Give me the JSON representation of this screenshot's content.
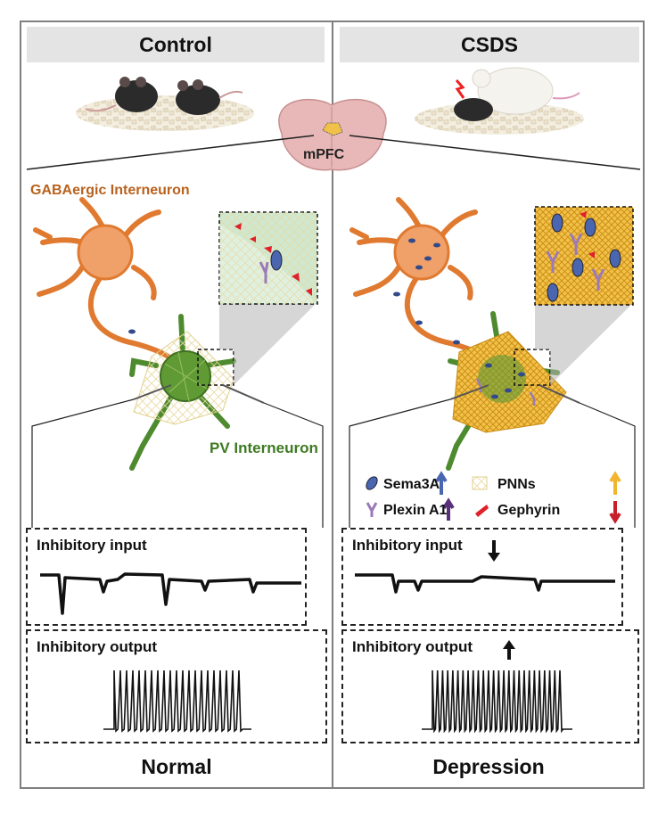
{
  "panels": {
    "left": {
      "header": "Control",
      "cell_type_label": "GABAergic Interneuron",
      "pv_label": "PV Interneuron",
      "input_box_title": "Inhibitory input",
      "output_box_title": "Inhibitory output",
      "footer": "Normal"
    },
    "right": {
      "header": "CSDS",
      "input_box_title": "Inhibitory input",
      "output_box_title": "Inhibitory output",
      "footer": "Depression"
    }
  },
  "brain_label": "mPFC",
  "legend": {
    "items": [
      {
        "label": "Sema3A",
        "trend": "up",
        "color": "#4a5aa8"
      },
      {
        "label": "PNNs",
        "trend": "up",
        "color": "#f2b532"
      },
      {
        "label": "Plexin A1",
        "trend": "up",
        "color": "#5a2f7a"
      },
      {
        "label": "Gephyrin",
        "trend": "down",
        "color": "#c8202a"
      }
    ]
  },
  "colors": {
    "gaba": "#f0a069",
    "gaba_stroke": "#e07a30",
    "pv": "#4e8a2e",
    "pnn": "#e9a826",
    "sema3a": "#4a66b0",
    "plexin": "#9a7ab8",
    "gephyrin": "#e0202a",
    "brain": "#e8b8b8"
  }
}
